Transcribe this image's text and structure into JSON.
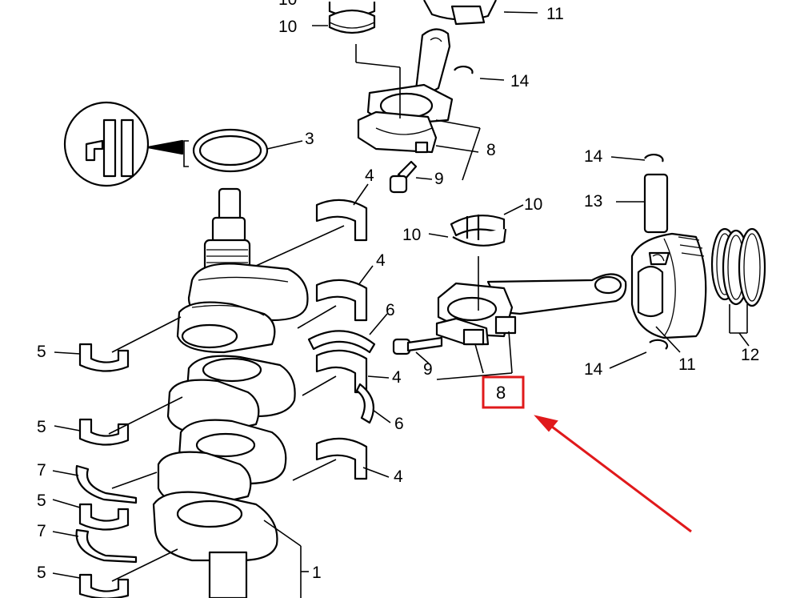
{
  "diagram": {
    "labels": {
      "top_partial": "10",
      "bearing_upper_top": "10",
      "piston_top": "11",
      "clip_top": "14",
      "oil_seal": "3",
      "rod_assy_top": "8",
      "bolt_top": "9",
      "main_bearing_a": "4",
      "clip_right_top": "14",
      "pin": "13",
      "bearing_upper_mid_right": "10",
      "bearing_upper_mid_left": "10",
      "main_bearing_b": "4",
      "thrust_upper": "6",
      "thrust_lower": "6",
      "main_bearing_c": "4",
      "main_bearing_d": "4",
      "lower_a": "5",
      "lower_b": "5",
      "lower_c": "5",
      "lower_d": "5",
      "thrust_left_a": "7",
      "thrust_left_b": "7",
      "bolt_mid": "9",
      "clip_right_bottom": "14",
      "piston_right": "11",
      "rings": "12",
      "crankshaft": "1",
      "highlighted_rod": "8"
    },
    "highlight_color": "#e0191b",
    "line_color": "#000000"
  }
}
